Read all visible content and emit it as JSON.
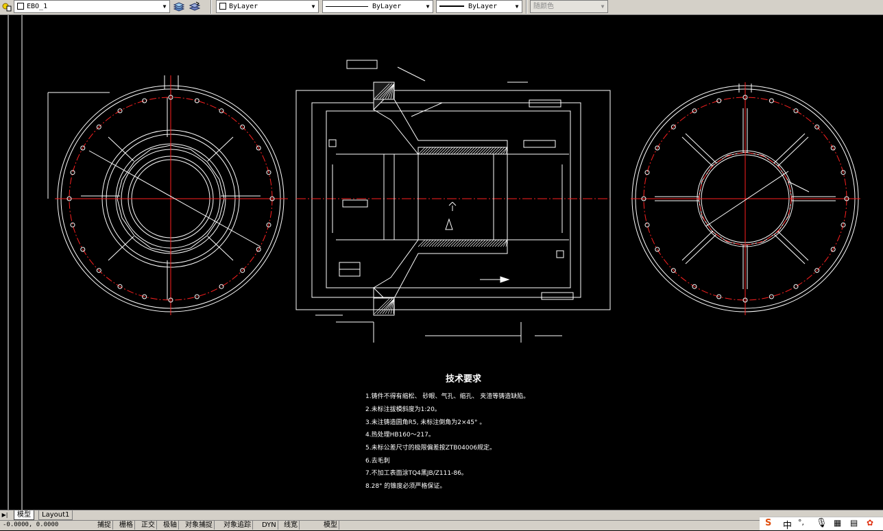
{
  "toolbar": {
    "layer_name": "EBO_1",
    "color_value": "ByLayer",
    "linetype_value": "ByLayer",
    "lineweight_value": "ByLayer",
    "plotstyle_value": "随颜色"
  },
  "drawing": {
    "tech_title": "技术要求",
    "tech_items": [
      "1.铸件不得有缩松、 砂眼、气孔、缩孔、 夹渣等铸造缺陷。",
      "2.未标注拔模斜度为1:20。",
      "3.未注铸造圆角R5, 未标注倒角为2×45° 。",
      "4.热处理HB160～217。",
      "5.未标公差尺寸的极限偏差按ZTB04006规定。",
      "6.去毛刺",
      "7.不加工表面涂TQ4黑JB/Z111-86。",
      "8.28° 的锥度必须严格保证。"
    ]
  },
  "tabs": [
    {
      "label": "模型",
      "active": true
    },
    {
      "label": "Layout1",
      "active": false
    }
  ],
  "status": {
    "coordinates": "-0.0000, 0.0000",
    "buttons": [
      "捕捉",
      "栅格",
      "正交",
      "极轴",
      "对象捕捉",
      "对象追踪",
      "DYN",
      "线宽",
      "模型"
    ]
  },
  "ime": {
    "logo": "S",
    "lang": "中"
  },
  "colors": {
    "drawing_bg": "#000000",
    "line_white": "#ffffff",
    "center_red": "#ff2020",
    "chrome": "#d4d0c8"
  }
}
